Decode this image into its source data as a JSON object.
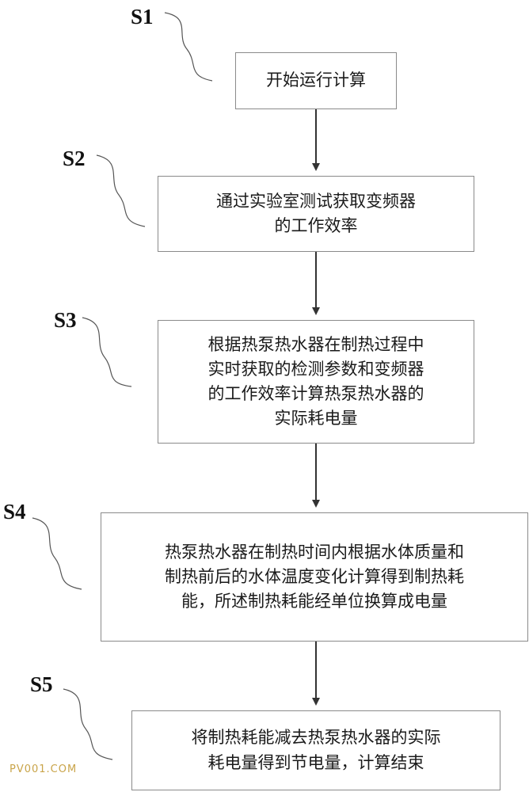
{
  "steps": [
    {
      "id": "S1",
      "label": "S1",
      "text": "开始运行计算"
    },
    {
      "id": "S2",
      "label": "S2",
      "text": "通过实验室测试获取变频器\n的工作效率"
    },
    {
      "id": "S3",
      "label": "S3",
      "text": "根据热泵热水器在制热过程中\n实时获取的检测参数和变频器\n的工作效率计算热泵热水器的\n实际耗电量"
    },
    {
      "id": "S4",
      "label": "S4",
      "text": "热泵热水器在制热时间内根据水体质量和\n制热前后的水体温度变化计算得到制热耗\n能，所述制热耗能经单位换算成电量"
    },
    {
      "id": "S5",
      "label": "S5",
      "text": "将制热耗能减去热泵热水器的实际\n耗电量得到节电量，计算结束"
    }
  ],
  "watermark": "PV001.COM",
  "colors": {
    "box_border": "#8a8a8a",
    "arrow": "#333333",
    "leader": "#555555",
    "text": "#1a1a1a",
    "watermark": "#c9a449"
  }
}
